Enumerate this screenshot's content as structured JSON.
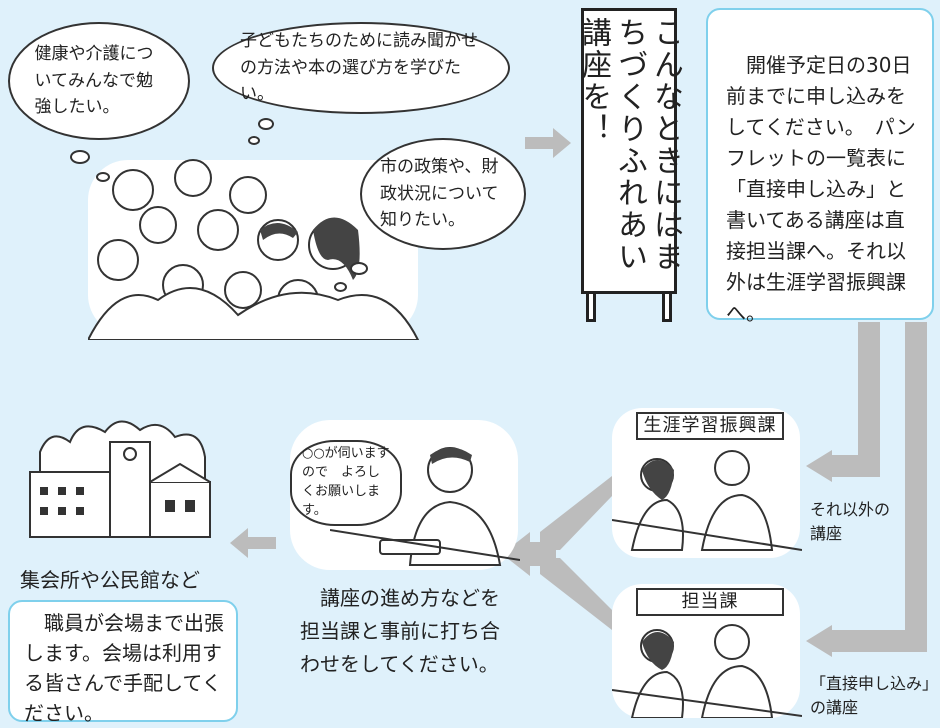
{
  "thoughts": [
    "健康や介護についてみんなで勉強したい。",
    "子どもたちのために読み聞かせの方法や本の選び方を学びたい。",
    "市の政策や、財政状況について知りたい。"
  ],
  "sign_text": "こんなときにはまちづくりふれあい講座を！",
  "apply_text": "開催予定日の30日前までに申し込みをしてください。　パンフレットの一覧表に「直接申し込み」と書いてある講座は直接担当課へ。それ以外は生涯学習振興課へ。",
  "dept_lifelong": "生涯学習振興課",
  "dept_responsible": "担当課",
  "route_other": "それ以外の講座",
  "route_direct": "「直接申し込み」の講座",
  "phone_bubble": "○○が伺いますので　よろしくお願いします。",
  "consult_text": "講座の進め方などを担当課と事前に打ち合わせをしてください。",
  "venue_label": "集会所や公民館など",
  "venue_text": "職員が会場まで出張します。会場は利用する皆さんで手配してください。",
  "colors": {
    "background": "#dff1fb",
    "box_border": "#7fd0ec",
    "arrow": "#bcbcbc"
  }
}
